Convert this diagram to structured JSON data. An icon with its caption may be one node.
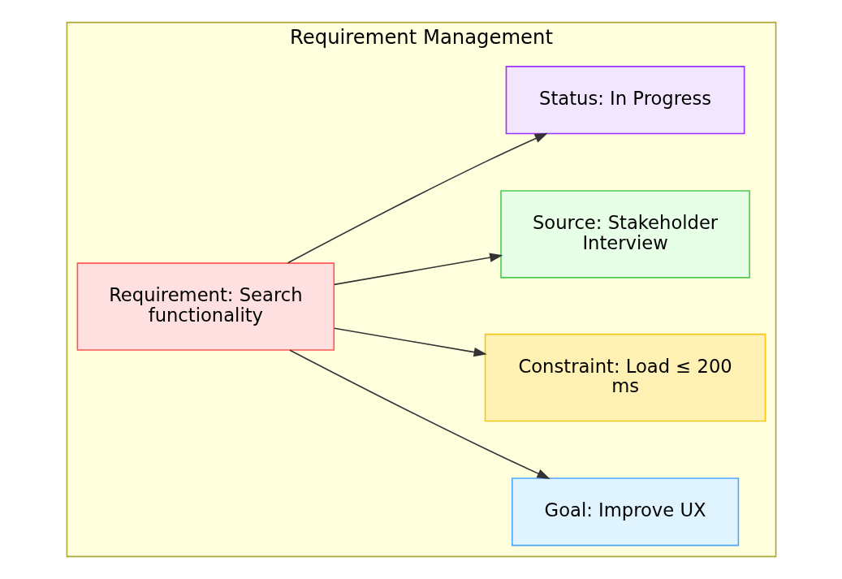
{
  "diagram": {
    "nodes": [
      {
        "text": [
          "Requirement Management"
        ]
      },
      {
        "text": [
          "Requirement: Search functionality"
        ],
        "in": 0
      },
      {
        "text": [
          "Goal: Improve UX"
        ],
        "in": 0
      },
      {
        "text": [
          "Constraint: Load ≤ 200 ms"
        ],
        "in": 0
      },
      {
        "text": [
          "Source: Stakeholder Interview"
        ],
        "in": 0
      },
      {
        "text": [
          "Status: In Progress"
        ],
        "in": 0
      }
    ],
    "edges": [
      {
        "from": 1,
        "to": 2,
        "arrow": "to"
      },
      {
        "from": 1,
        "to": 3,
        "arrow": "to"
      },
      {
        "from": 1,
        "to": 4,
        "arrow": "to"
      },
      {
        "from": 1,
        "to": 5,
        "arrow": "to"
      }
    ]
  }
}
